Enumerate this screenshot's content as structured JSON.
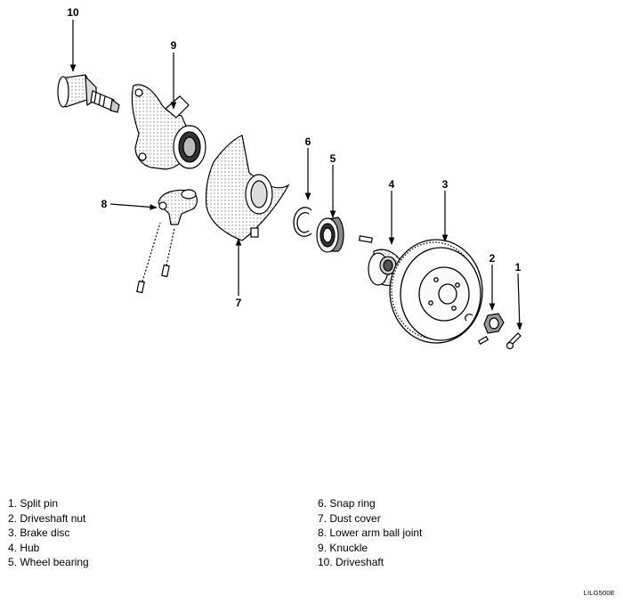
{
  "callouts": [
    "10",
    "9",
    "6",
    "5",
    "4",
    "3",
    "8",
    "7",
    "2",
    "1"
  ],
  "legend": {
    "left": [
      "1. Split pin",
      "2. Driveshaft nut",
      "3. Brake disc",
      "4. Hub",
      "5. Wheel bearing"
    ],
    "right": [
      "6. Snap ring",
      "7. Dust cover",
      "8. Lower arm ball joint",
      "9. Knuckle",
      "10. Driveshaft"
    ]
  },
  "figure_code": "LILG500E",
  "parts": [
    "driveshaft",
    "knuckle",
    "ball-joint",
    "dust-cover",
    "snap-ring",
    "wheel-bearing",
    "hub",
    "brake-disc",
    "driveshaft-nut",
    "split-pin"
  ]
}
